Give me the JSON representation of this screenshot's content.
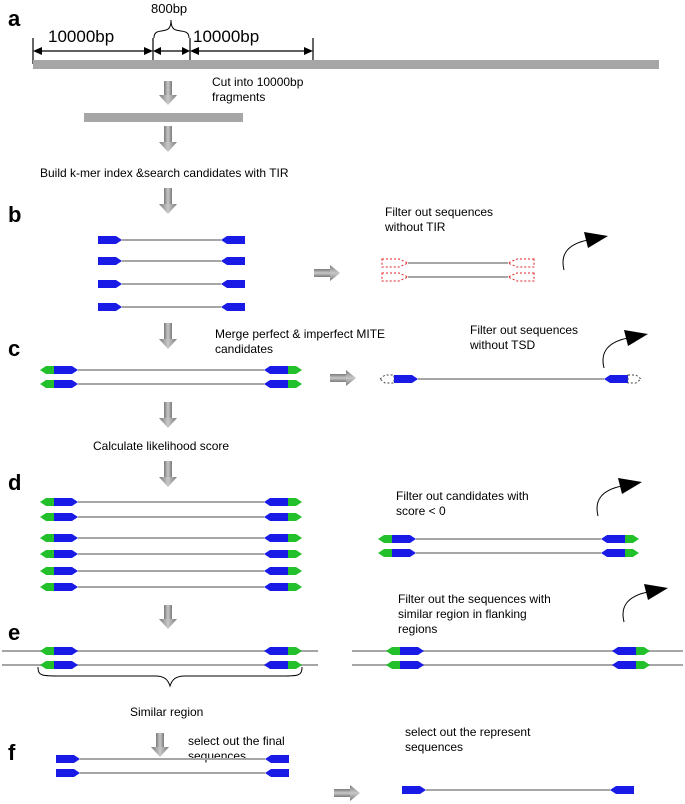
{
  "panels": {
    "a": "a",
    "b": "b",
    "c": "c",
    "d": "d",
    "e": "e",
    "f": "f"
  },
  "section_a": {
    "left_length": "10000bp",
    "middle_length": "800bp",
    "right_length": "10000bp",
    "cut_label_line1": "Cut into 10000bp",
    "cut_label_line2": "fragments",
    "build_label": "Build k-mer index &search candidates with TIR"
  },
  "section_b": {
    "filter_line1": "Filter out sequences",
    "filter_line2": "without TIR"
  },
  "section_c": {
    "merge_line1": "Merge perfect & imperfect MITE",
    "merge_line2": "candidates",
    "filter_line1": "Filter out sequences",
    "filter_line2": "without TSD",
    "score_label": "Calculate likelihood score"
  },
  "section_d": {
    "filter_line1": "Filter out candidates with",
    "filter_line2": "score < 0"
  },
  "section_e": {
    "filter_line1": "Filter out the sequences with",
    "filter_line2": "similar region in flanking",
    "filter_line3": "regions",
    "similar_label": "Similar region"
  },
  "section_f": {
    "final_line1": "select out the final",
    "final_line2": "sequences",
    "represent_line1": "select out the represent",
    "represent_line2": "sequences"
  },
  "colors": {
    "tir_blue": "#1a1ae6",
    "tsd_green": "#22c02a",
    "line_gray": "#a6a6a6",
    "arrow_gray": "#9a9a9a",
    "filtered_red": "#e02020"
  }
}
